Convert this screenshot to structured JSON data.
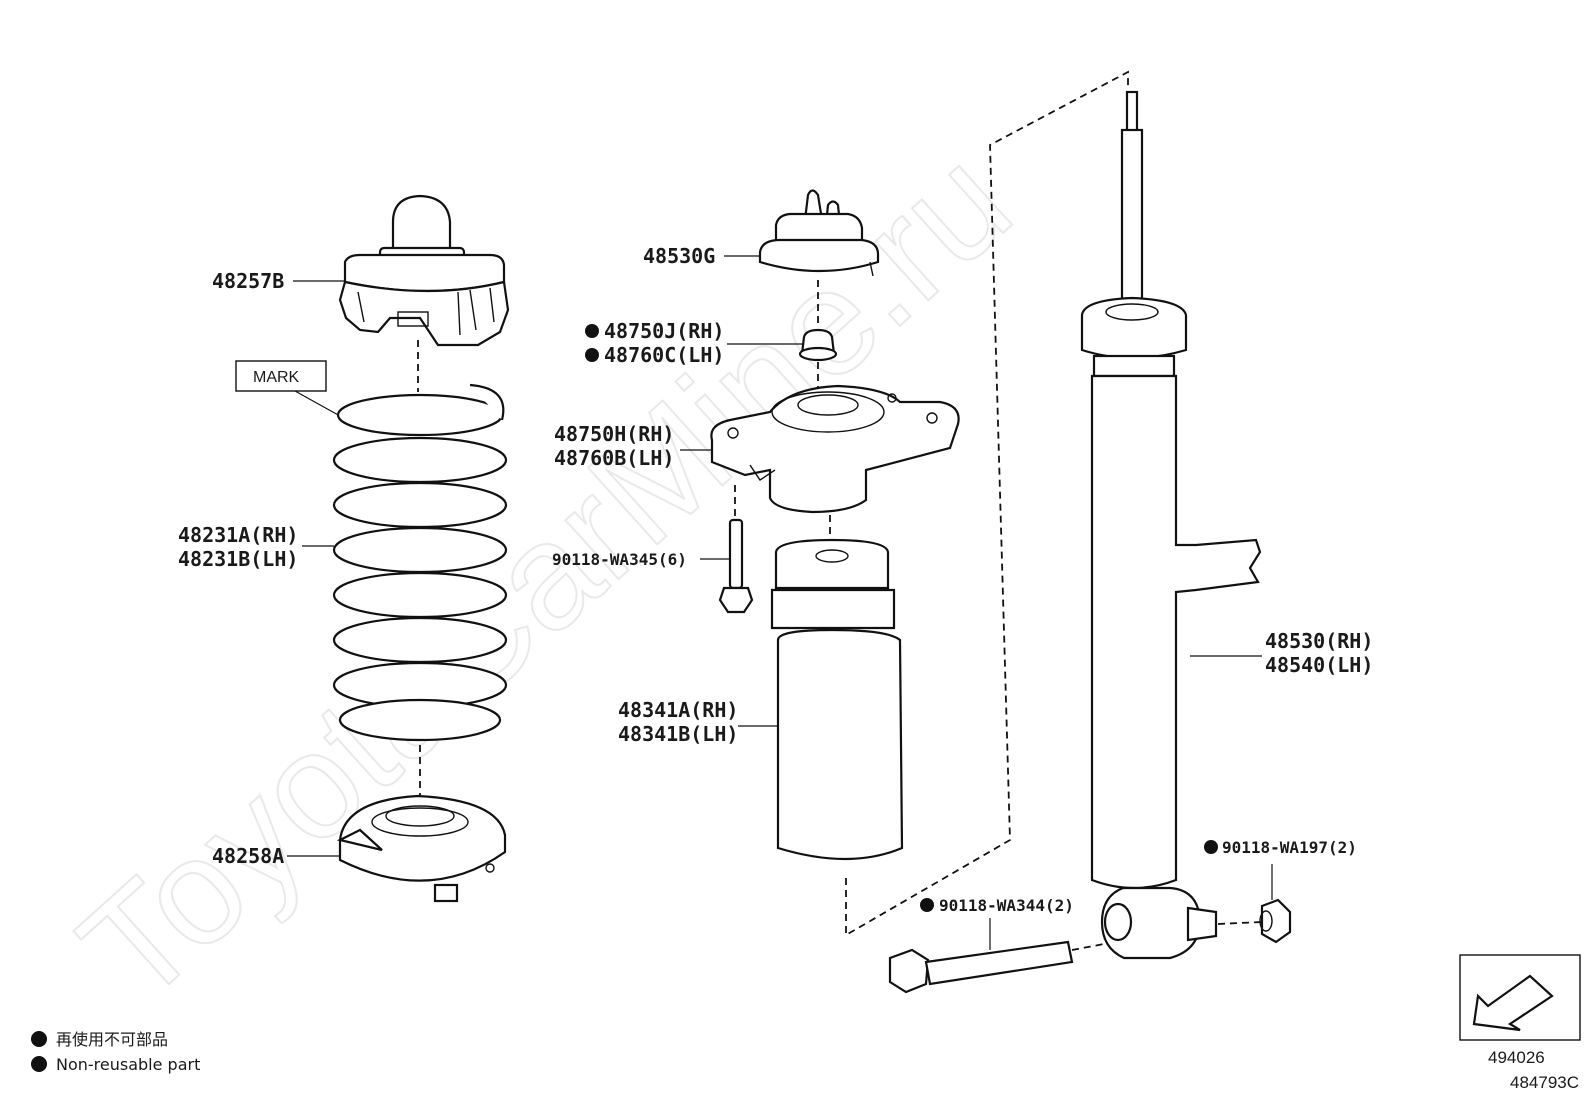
{
  "watermark": "ToyotaCarMine.ru",
  "parts": {
    "spring_upper_seat": "48257B",
    "mark_label": "MARK",
    "coil_spring_rh": "48231A(RH)",
    "coil_spring_lh": "48231B(LH)",
    "spring_lower_seat": "48258A",
    "support_cap": "48530G",
    "nut_rh": "48750J(RH)",
    "nut_lh": "48760C(LH)",
    "support_rh": "48750H(RH)",
    "support_lh": "48760B(LH)",
    "support_bolt": "90118-WA345(6)",
    "bumper_rh": "48341A(RH)",
    "bumper_lh": "48341B(LH)",
    "absorber_rh": "48530(RH)",
    "absorber_lh": "48540(LH)",
    "lower_nut": "90118-WA197(2)",
    "lower_bolt": "90118-WA344(2)"
  },
  "legend": {
    "jp": "再使用不可部品",
    "en": "Non-reusable part"
  },
  "codes": {
    "ref": "494026",
    "diagram": "484793C"
  }
}
